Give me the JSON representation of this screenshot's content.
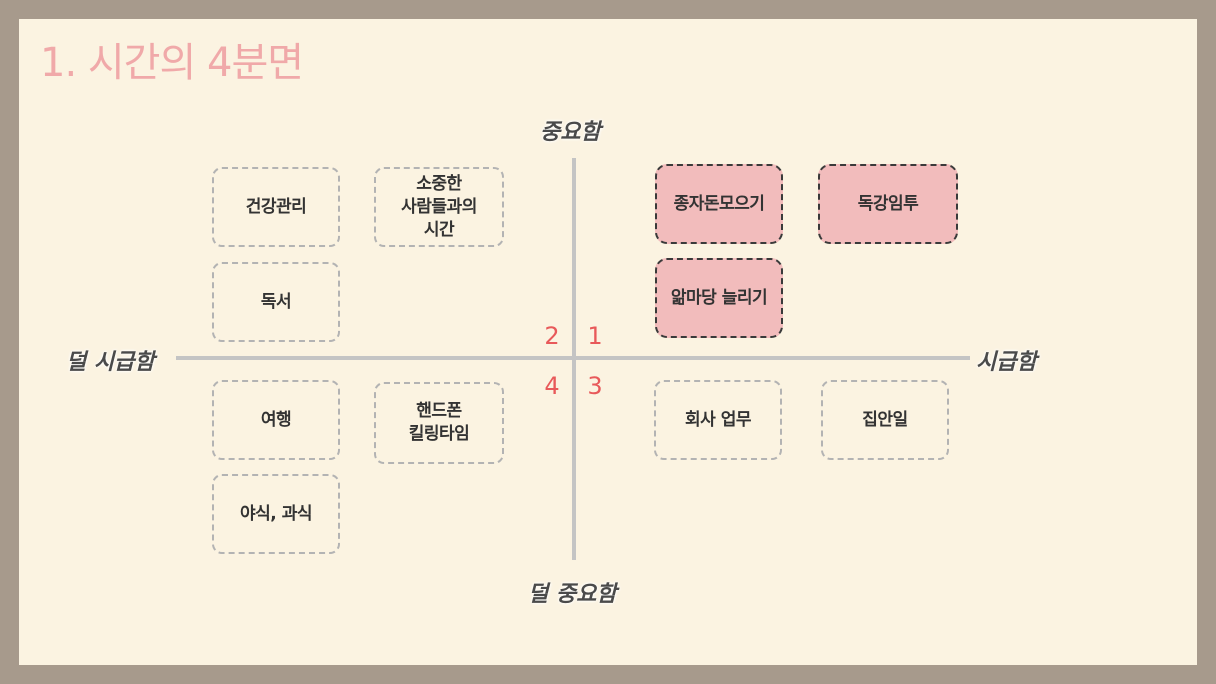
{
  "title": "1. 시간의 4분면",
  "axes": {
    "top": "중요함",
    "bottom": "덜 중요함",
    "left": "덜 시급함",
    "right": "시급함"
  },
  "quadrant_numbers": {
    "q1": "1",
    "q2": "2",
    "q3": "3",
    "q4": "4"
  },
  "quadrant2_items": [
    "건강관리",
    "소중한\n사람들과의\n시간",
    "독서"
  ],
  "quadrant1_items": [
    "종자돈모으기",
    "독강임투",
    "앎마당 늘리기"
  ],
  "quadrant4_items": [
    "여행",
    "핸드폰\n킬링타임",
    "야식, 과식"
  ],
  "quadrant3_items": [
    "회사 업무",
    "집안일"
  ],
  "colors": {
    "highlight_fill": "#f2bcbc",
    "title": "#f0a9a9",
    "quadrant_number": "#e8595a"
  }
}
